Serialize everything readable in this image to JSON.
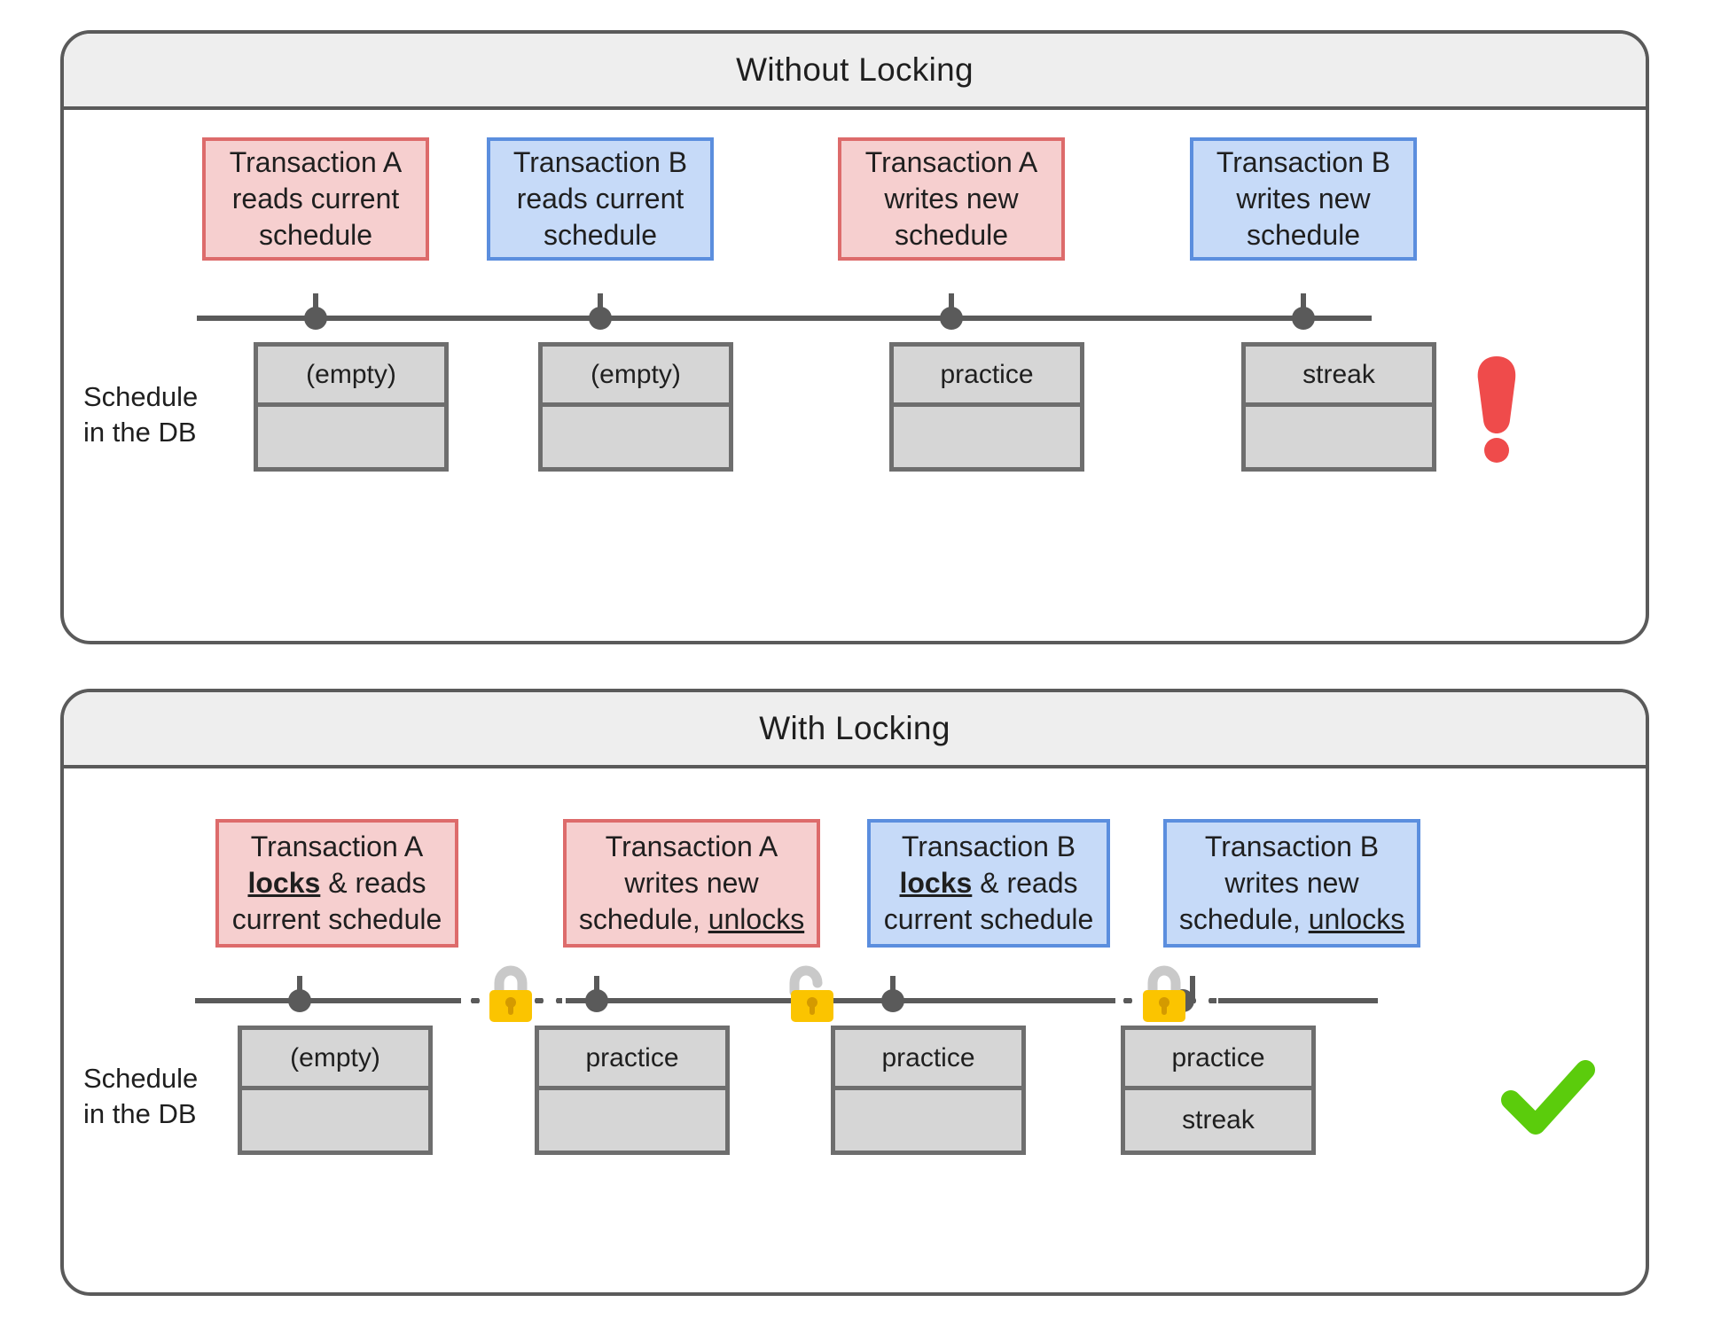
{
  "diagram": {
    "title_visible": false,
    "left_label": "Schedule\nin the DB",
    "left_label_line1": "Schedule",
    "left_label_line2": "in the DB"
  },
  "colors": {
    "red_fill": "#f6cfcf",
    "red_border": "#dd6b6b",
    "blue_fill": "#c6daf8",
    "blue_border": "#5b8ede",
    "panel_border": "#5a5a5a",
    "panel_header_bg": "#eeeeee",
    "db_fill": "#d6d6d6",
    "db_border": "#6e6e6e",
    "timeline": "#5a5a5a",
    "lock_body": "#fbc400",
    "lock_shackle": "#c9c9c9",
    "error_red": "#ef4b4b",
    "success_green": "#5bcc0c"
  },
  "panels": [
    {
      "id": "without-locking",
      "title": "Without Locking",
      "label_line1": "Schedule",
      "label_line2": "in the DB",
      "steps": [
        {
          "color": "red",
          "actor": "Transaction A",
          "lines": [
            "Transaction A",
            "reads current",
            "schedule"
          ],
          "db": {
            "row1": "(empty)",
            "row2": ""
          }
        },
        {
          "color": "blue",
          "actor": "Transaction B",
          "lines": [
            "Transaction B",
            "reads current",
            "schedule"
          ],
          "db": {
            "row1": "(empty)",
            "row2": ""
          }
        },
        {
          "color": "red",
          "actor": "Transaction A",
          "lines": [
            "Transaction A",
            "writes new",
            "schedule"
          ],
          "db": {
            "row1": "practice",
            "row2": ""
          }
        },
        {
          "color": "blue",
          "actor": "Transaction B",
          "lines": [
            "Transaction B",
            "writes new",
            "schedule"
          ],
          "db": {
            "row1": "streak",
            "row2": ""
          }
        }
      ],
      "locks": [],
      "status": {
        "type": "error",
        "icon": "exclamation-mark-icon",
        "color": "#ef4b4b"
      }
    },
    {
      "id": "with-locking",
      "title": "With Locking",
      "label_line1": "Schedule",
      "label_line2": "in the DB",
      "steps": [
        {
          "color": "red",
          "actor": "Transaction A",
          "lines": [
            "Transaction A",
            "locks & reads",
            "current schedule"
          ],
          "emphasis": {
            "word": "locks",
            "style": "bold-underline"
          },
          "db": {
            "row1": "(empty)",
            "row2": ""
          }
        },
        {
          "color": "red",
          "actor": "Transaction A",
          "lines": [
            "Transaction A",
            "writes new",
            "schedule, unlocks"
          ],
          "emphasis": {
            "word": "unlocks",
            "style": "underline"
          },
          "db": {
            "row1": "practice",
            "row2": ""
          }
        },
        {
          "color": "blue",
          "actor": "Transaction B",
          "lines": [
            "Transaction B",
            "locks & reads",
            "current schedule"
          ],
          "emphasis": {
            "word": "locks",
            "style": "bold-underline"
          },
          "db": {
            "row1": "practice",
            "row2": ""
          }
        },
        {
          "color": "blue",
          "actor": "Transaction B",
          "lines": [
            "Transaction B",
            "writes new",
            "schedule, unlocks"
          ],
          "emphasis": {
            "word": "unlocks",
            "style": "underline"
          },
          "db": {
            "row1": "practice",
            "row2": "streak"
          }
        }
      ],
      "locks": [
        {
          "state": "locked",
          "icon": "padlock-closed-icon"
        },
        {
          "state": "unlocked",
          "icon": "padlock-open-icon"
        },
        {
          "state": "locked",
          "icon": "padlock-closed-icon"
        }
      ],
      "status": {
        "type": "success",
        "icon": "check-mark-icon",
        "color": "#5bcc0c"
      }
    }
  ]
}
